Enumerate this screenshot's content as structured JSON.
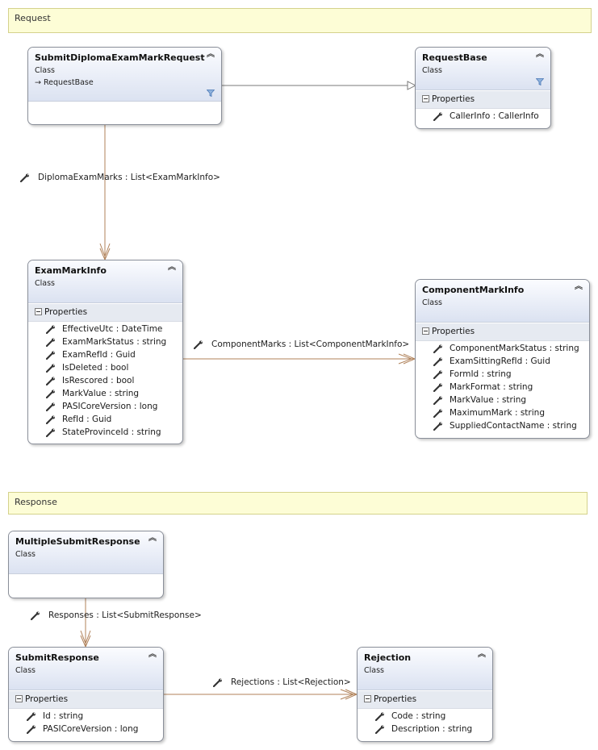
{
  "sections": {
    "request": "Request",
    "response": "Response"
  },
  "classes": {
    "submit_diploma": {
      "name": "SubmitDiplomaExamMarkRequest",
      "kind": "Class",
      "inherits": "→ RequestBase"
    },
    "request_base": {
      "name": "RequestBase",
      "kind": "Class",
      "compartment": "Properties",
      "properties": [
        "CallerInfo : CallerInfo"
      ]
    },
    "exam_mark_info": {
      "name": "ExamMarkInfo",
      "kind": "Class",
      "compartment": "Properties",
      "properties": [
        "EffectiveUtc : DateTime",
        "ExamMarkStatus : string",
        "ExamRefId : Guid",
        "IsDeleted : bool",
        "IsRescored : bool",
        "MarkValue : string",
        "PASICoreVersion : long",
        "RefId : Guid",
        "StateProvinceId : string"
      ]
    },
    "component_mark_info": {
      "name": "ComponentMarkInfo",
      "kind": "Class",
      "compartment": "Properties",
      "properties": [
        "ComponentMarkStatus : string",
        "ExamSittingRefId : Guid",
        "FormId : string",
        "MarkFormat : string",
        "MarkValue : string",
        "MaximumMark : string",
        "SuppliedContactName : string"
      ]
    },
    "multiple_submit_response": {
      "name": "MultipleSubmitResponse",
      "kind": "Class"
    },
    "submit_response": {
      "name": "SubmitResponse",
      "kind": "Class",
      "compartment": "Properties",
      "properties": [
        "Id : string",
        "PASICoreVersion : long"
      ]
    },
    "rejection": {
      "name": "Rejection",
      "kind": "Class",
      "compartment": "Properties",
      "properties": [
        "Code : string",
        "Description : string"
      ]
    }
  },
  "associations": {
    "diploma_exam_marks": "DiplomaExamMarks : List<ExamMarkInfo>",
    "component_marks": "ComponentMarks : List<ComponentMarkInfo>",
    "responses": "Responses : List<SubmitResponse>",
    "rejections": "Rejections : List<Rejection>"
  },
  "icons": {
    "collapse": "chevron-up-double-icon",
    "property": "wrench-icon",
    "filter": "filter-icon",
    "compartment_toggle": "minus-box-icon"
  },
  "colors": {
    "section_fill": "#fdfdd6",
    "header_gradient_bottom": "#dbe2f1",
    "association_line": "#b0825a",
    "inheritance_line": "#7a7a7a"
  }
}
